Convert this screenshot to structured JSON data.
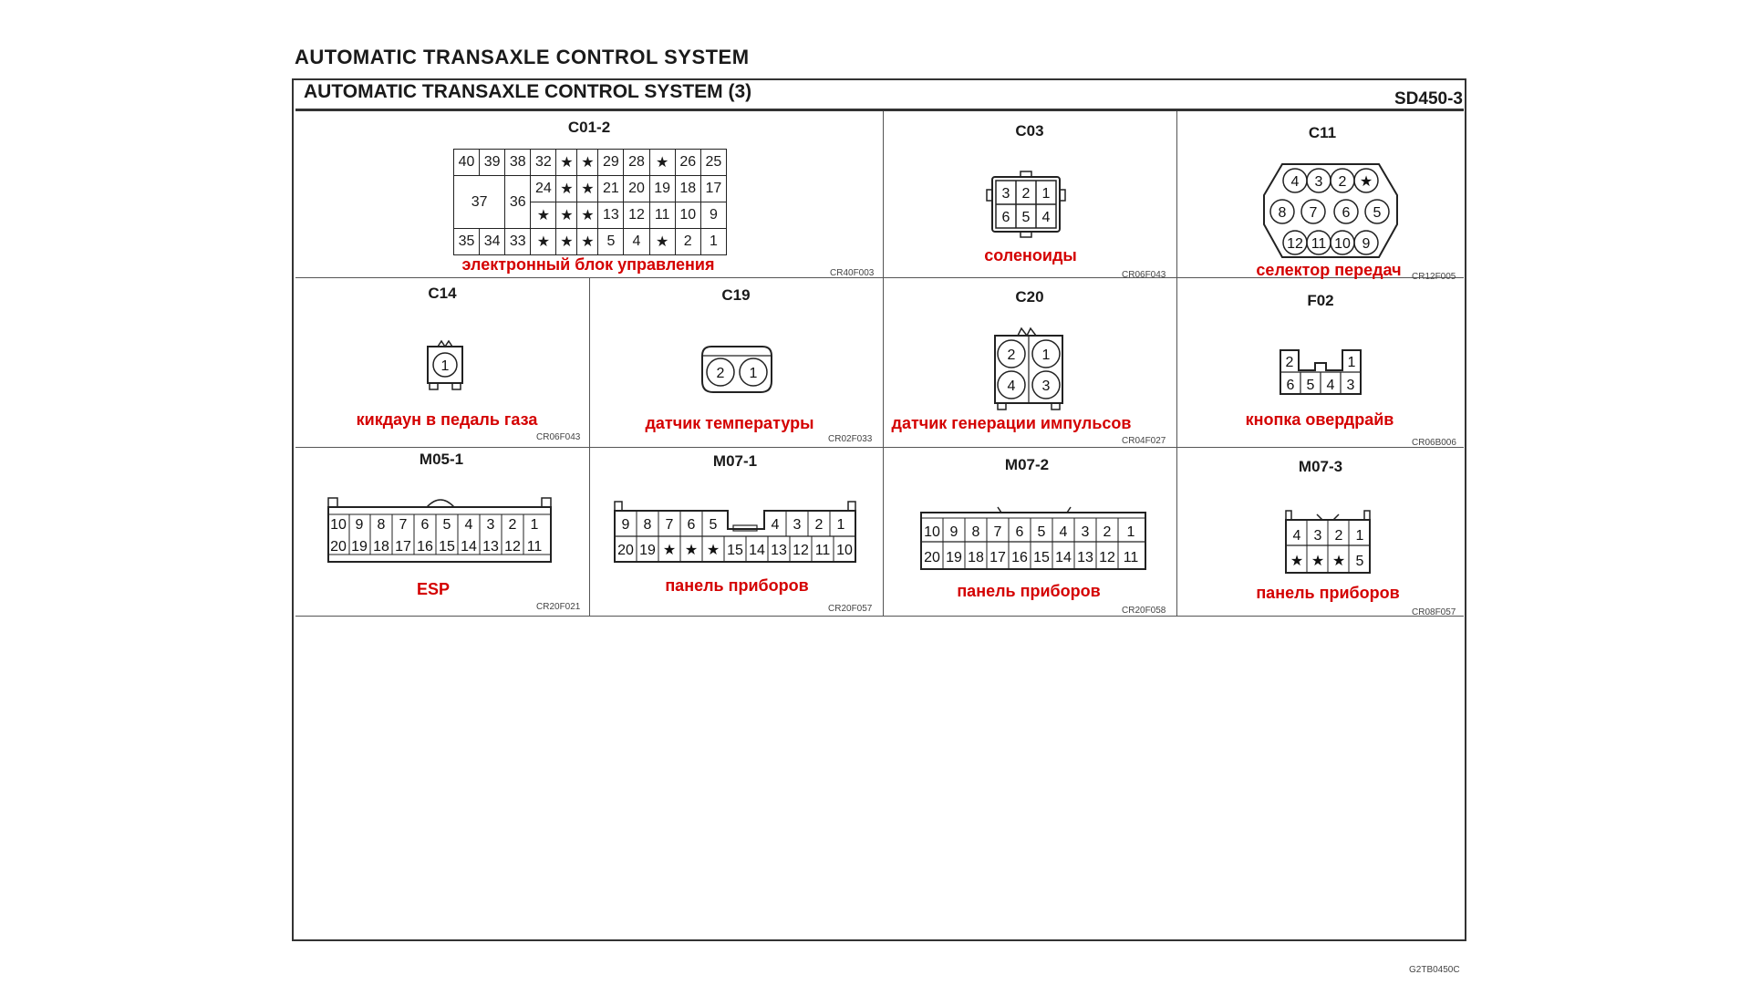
{
  "page": {
    "top_title": "AUTOMATIC TRANSAXLE CONTROL SYSTEM",
    "header_title": "AUTOMATIC TRANSAXLE CONTROL SYSTEM (3)",
    "header_code": "SD450-3",
    "bottom_code": "G2TB0450C"
  },
  "connectors": {
    "c01_2": {
      "name": "C01-2",
      "label": "электронный блок управления",
      "code": "CR40F003",
      "row1": [
        "40",
        "39",
        "38",
        "32",
        "★",
        "★",
        "29",
        "28",
        "★",
        "26",
        "25"
      ],
      "row2": [
        "24",
        "★",
        "21",
        "20",
        "19",
        "18",
        "17"
      ],
      "row3": [
        "★",
        "★",
        "★",
        "13",
        "12",
        "11",
        "10",
        "9"
      ],
      "row4": [
        "35",
        "34",
        "33",
        "★",
        "★",
        "★",
        "5",
        "4",
        "★",
        "2",
        "1"
      ],
      "merged_left": [
        "37",
        "36"
      ]
    },
    "c03": {
      "name": "C03",
      "label": "соленоиды",
      "code": "CR06F043",
      "pins": [
        "3",
        "2",
        "1",
        "6",
        "5",
        "4"
      ]
    },
    "c11": {
      "name": "C11",
      "label": "селектор передач",
      "code": "CR12F005",
      "pins": [
        "4",
        "3",
        "2",
        "★",
        "8",
        "7",
        "6",
        "5",
        "12",
        "11",
        "10",
        "9"
      ]
    },
    "c14": {
      "name": "C14",
      "label": "кикдаун в педаль газа",
      "code": "CR06F043",
      "pins": [
        "1"
      ]
    },
    "c19": {
      "name": "C19",
      "label": "датчик температуры",
      "code": "CR02F033",
      "pins": [
        "2",
        "1"
      ]
    },
    "c20": {
      "name": "C20",
      "label": "датчик генерации импульсов",
      "code": "CR04F027",
      "pins": [
        "2",
        "1",
        "4",
        "3"
      ]
    },
    "f02": {
      "name": "F02",
      "label": "кнопка овердрайв",
      "code": "CR06B006",
      "pins": [
        "2",
        "1",
        "6",
        "5",
        "4",
        "3"
      ]
    },
    "m05_1": {
      "name": "M05-1",
      "label": "ESP",
      "code": "CR20F021",
      "row1": [
        "10",
        "9",
        "8",
        "7",
        "6",
        "5",
        "4",
        "3",
        "2",
        "1"
      ],
      "row2": [
        "20",
        "19",
        "18",
        "17",
        "16",
        "15",
        "14",
        "13",
        "12",
        "11"
      ]
    },
    "m07_1": {
      "name": "M07-1",
      "label": "панель приборов",
      "code": "CR20F057",
      "row1a": [
        "9",
        "8",
        "7",
        "6",
        "5"
      ],
      "row1b": [
        "4",
        "3",
        "2",
        "1"
      ],
      "row2": [
        "20",
        "19",
        "★",
        "★",
        "★",
        "15",
        "14",
        "13",
        "12",
        "11",
        "10"
      ]
    },
    "m07_2": {
      "name": "M07-2",
      "label": "панель приборов",
      "code": "CR20F058",
      "row1": [
        "10",
        "9",
        "8",
        "7",
        "6",
        "5",
        "4",
        "3",
        "2",
        "1"
      ],
      "row2": [
        "20",
        "19",
        "18",
        "17",
        "16",
        "15",
        "14",
        "13",
        "12",
        "11"
      ]
    },
    "m07_3": {
      "name": "M07-3",
      "label": "панель приборов",
      "code": "CR08F057",
      "row1": [
        "4",
        "3",
        "2",
        "1"
      ],
      "row2": [
        "★",
        "★",
        "★",
        "5"
      ]
    }
  }
}
